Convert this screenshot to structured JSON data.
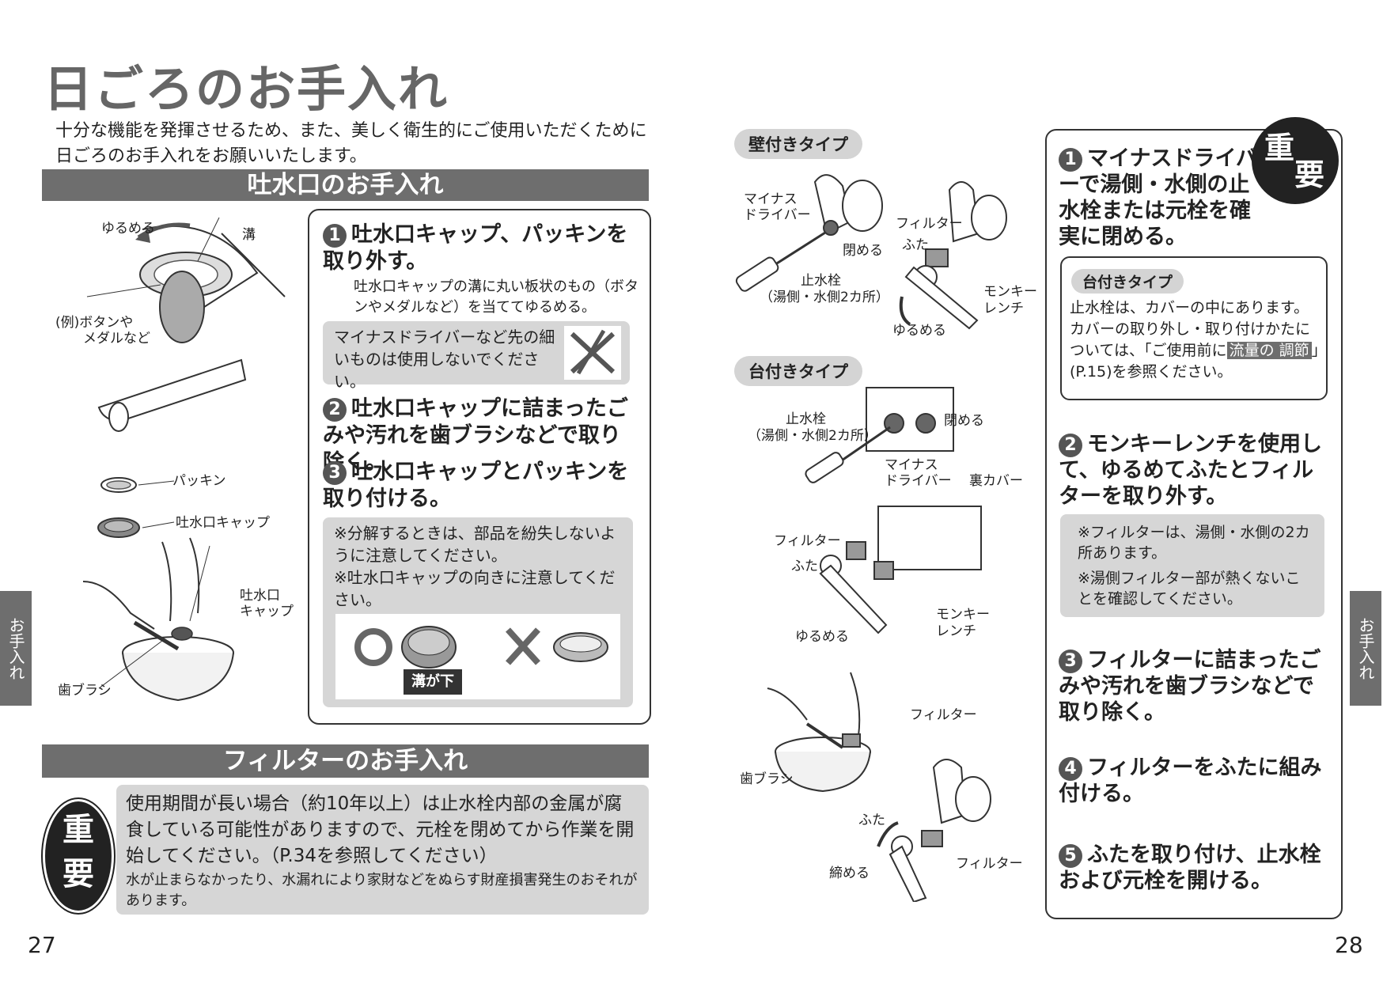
{
  "left": {
    "title": "日ごろのお手入れ",
    "intro": "十分な機能を発揮させるため、また、美しく衛生的にご使用いただくために日ごろのお手入れをお願いいたします。",
    "section1": "吐水口のお手入れ",
    "labels": {
      "loosen": "ゆるめる",
      "groove": "溝",
      "button": "(例)ボタンや",
      "medal": "メダルなど",
      "packing": "パッキン",
      "cap": "吐水口キャップ",
      "cap_a": "吐水口",
      "cap_b": "キャップ",
      "brush": "歯ブラシ"
    },
    "steps": [
      {
        "num": "1",
        "text": "吐水口キャップ、パッキンを取り外す。",
        "sub": "吐水口キャップの溝に丸い板状のもの（ボタンやメダルなど）を当ててゆるめる。"
      },
      {
        "num": "2",
        "text": "吐水口キャップに詰まったごみや汚れを歯ブラシなどで取り除く。"
      },
      {
        "num": "3",
        "text": "吐水口キャップとパッキンを取り付ける。"
      }
    ],
    "warn1": "マイナスドライバーなど先の細いものは使用しないでください。",
    "note_a": "※分解するときは、部品を紛失しないように注意してください。",
    "note_b": "※吐水口キャップの向きに注意してください。",
    "groove_down": "溝が下",
    "section2": "フィルターのお手入れ",
    "imp_seal_a": "重",
    "imp_seal_b": "要",
    "imp_text": "使用期間が長い場合（約10年以上）は止水栓内部の金属が腐食している可能性がありますので、元栓を閉めてから作業を開始してください。（P.34を参照してください）",
    "imp_sub": "水が止まらなかったり、水漏れにより家財などをぬらす財産損害発生のおそれがあります。",
    "page": "27",
    "tab": "お手入れ"
  },
  "right": {
    "type_wall": "壁付きタイプ",
    "type_deck": "台付きタイプ",
    "labels": {
      "driver_a": "マイナス",
      "driver_b": "ドライバー",
      "close": "閉める",
      "valve": "止水栓",
      "valve_sub": "（湯側・水側2カ所）",
      "filter": "フィルター",
      "lid": "ふた",
      "wrench_a": "モンキー",
      "wrench_b": "レンチ",
      "loosen": "ゆるめる",
      "back_cover": "裏カバー",
      "brush": "歯ブラシ",
      "tighten": "締める"
    },
    "seal_a": "重",
    "seal_b": "要",
    "steps": [
      {
        "num": "1",
        "text": "マイナスドライバーで湯側・水側の止水栓または元栓を確実に閉める。"
      },
      {
        "num": "2",
        "text": "モンキーレンチを使用して、ゆるめてふたとフィルターを取り外す。"
      },
      {
        "num": "3",
        "text": "フィルターに詰まったごみや汚れを歯ブラシなどで取り除く。"
      },
      {
        "num": "4",
        "text": "フィルターをふたに組み付ける。"
      },
      {
        "num": "5",
        "text": "ふたを取り付け、止水栓および元栓を開ける。"
      }
    ],
    "deck_pill": "台付きタイプ",
    "deck_text_a": "止水栓は、カバーの中にあります。カバーの取り外し・取り付けかたについては、「ご使用前に",
    "deck_hl_a": "流量の",
    "deck_hl_b": "調節",
    "deck_text_b": "」(P.15)を参照ください。",
    "note_a": "※フィルターは、湯側・水側の2カ所あります。",
    "note_b": "※湯側フィルター部が熱くないことを確認してください。",
    "page": "28",
    "tab": "お手入れ"
  }
}
